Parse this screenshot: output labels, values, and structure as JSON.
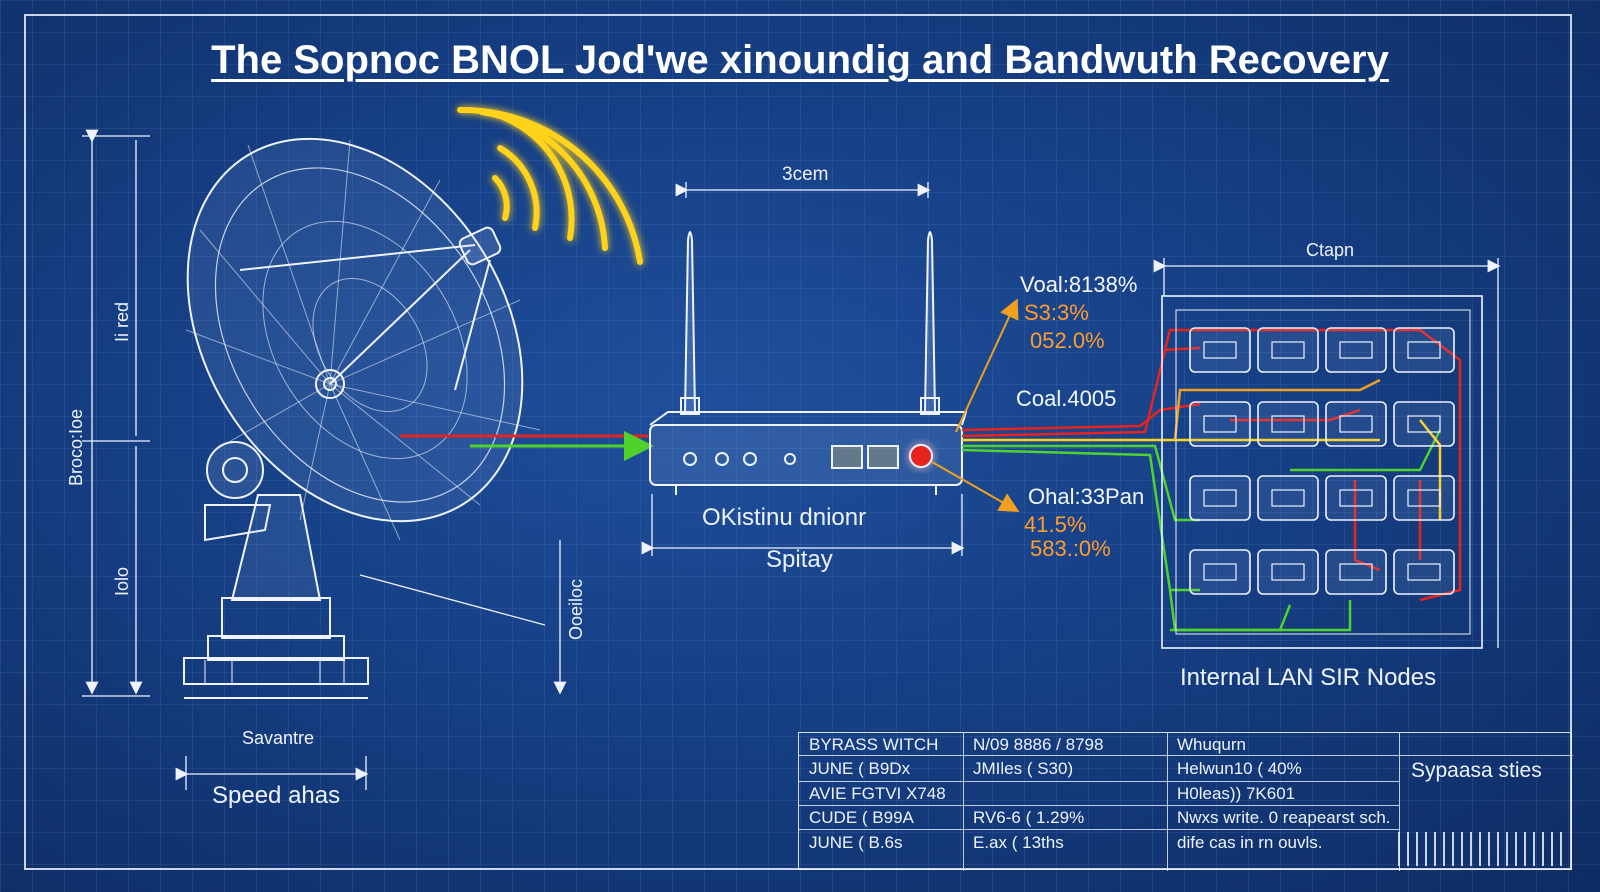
{
  "title": "The Sopnoc BNOL Jod'we xinoundig and Bandwuth Recovery",
  "dish": {
    "left_dim_labels": [
      "Broco:Ioe",
      "Ii red",
      "Iolo"
    ],
    "right_dim_label": "Ooeiloc",
    "base_label": "Savantre",
    "bottom_label": "Speed ahas"
  },
  "router": {
    "top_dim_label": "3cem",
    "name": "OKistinu dnionr",
    "sub_label": "Spitay"
  },
  "stats": {
    "group1": {
      "title": "Voal:8138%",
      "line1": "S3:3%",
      "line2": "052.0%"
    },
    "group2": {
      "title": "Coal.4005"
    },
    "group3": {
      "title": "Ohal:33Pan",
      "line1": "41.5%",
      "line2": "583.:0%"
    }
  },
  "lan": {
    "top_dim_label": "Ctapn",
    "caption": "Internal LAN SIR Nodes"
  },
  "table": {
    "rows": [
      [
        "BYRASS WITCH",
        "N/09 8886 / 8798",
        "Whuqurn"
      ],
      [
        "JUNE ( B9Dx",
        "JMIles ( S30)",
        "Helwun10 ( 40%"
      ],
      [
        "AVIE FGTVI X748",
        "",
        "H0leas)) 7K601"
      ],
      [
        "CUDE ( B99A",
        "RV6-6 ( 1.29%",
        "Nwxs write. 0 reapearst sch."
      ],
      [
        "JUNE ( B.6s",
        "E.ax ( 13ths",
        "dife cas in rn ouvls."
      ]
    ],
    "side_label": "Sypaasa sties"
  },
  "colors": {
    "background": "#163f84",
    "line": "#eef3ff",
    "signal_yellow": "#ffd21a",
    "wire_red": "#e8231e",
    "wire_green": "#4fd32c",
    "accent_orange": "#f0a020"
  }
}
